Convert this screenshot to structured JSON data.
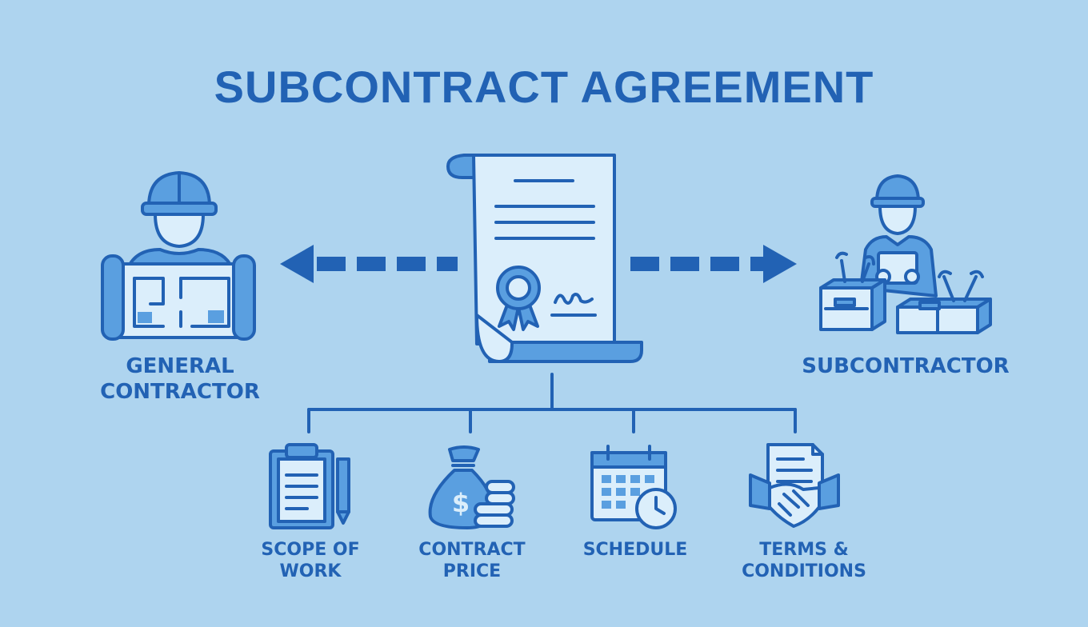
{
  "title": "SUBCONTRACT AGREEMENT",
  "parties": {
    "left_line1": "GENERAL",
    "left_line2": "CONTRACTOR",
    "right": "SUBCONTRACTOR"
  },
  "elements": {
    "scope_line1": "SCOPE OF",
    "scope_line2": "WORK",
    "price_line1": "CONTRACT",
    "price_line2": "PRICE",
    "schedule": "SCHEDULE",
    "terms_line1": "TERMS &",
    "terms_line2": "CONDITIONS"
  },
  "icons": {
    "left_party": "worker-with-blueprint-icon",
    "right_party": "worker-with-toolboxes-icon",
    "document": "contract-scroll-icon",
    "scope": "clipboard-pencil-icon",
    "price": "money-bag-coins-icon",
    "schedule": "calendar-clock-icon",
    "terms": "handshake-document-icon"
  },
  "colors": {
    "background": "#aed4ef",
    "primary": "#2262b4",
    "fill_light": "#dbeefb",
    "fill_mid": "#5a9fe0"
  }
}
